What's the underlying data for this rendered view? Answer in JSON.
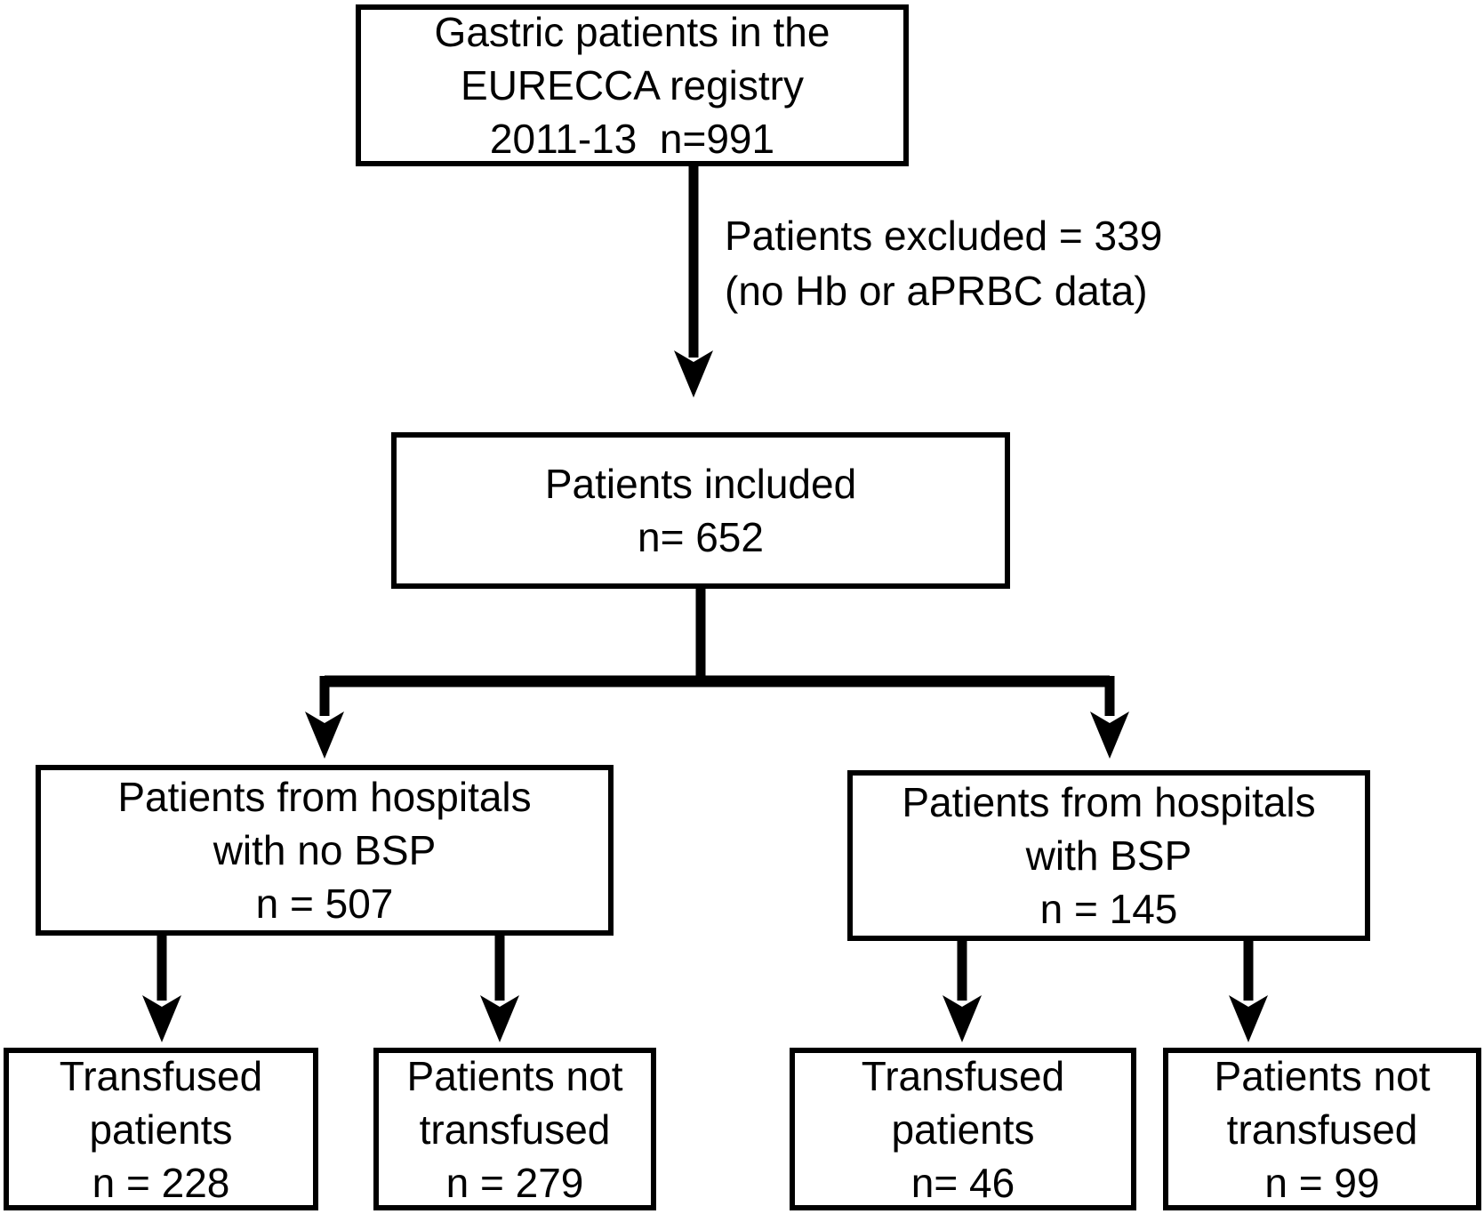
{
  "diagram": {
    "title": "Patient flow diagram",
    "colors": {
      "line": "#000000",
      "text": "#000000",
      "background": "#ffffff"
    },
    "nodes": {
      "registry": {
        "lines": [
          "Gastric patients in the",
          "EURECCA registry",
          "2011-13  n=991"
        ]
      },
      "excluded_note": {
        "lines": [
          "Patients excluded = 339",
          "(no Hb or aPRBC data)"
        ]
      },
      "included": {
        "lines": [
          "Patients included",
          "n= 652"
        ]
      },
      "no_bsp": {
        "lines": [
          "Patients from hospitals",
          "with no BSP",
          "n = 507"
        ]
      },
      "bsp": {
        "lines": [
          "Patients from hospitals",
          "with BSP",
          "n = 145"
        ]
      },
      "no_bsp_transfused": {
        "lines": [
          "Transfused",
          "patients",
          "n = 228"
        ]
      },
      "no_bsp_not_transfused": {
        "lines": [
          "Patients not",
          "transfused",
          "n = 279"
        ]
      },
      "bsp_transfused": {
        "lines": [
          "Transfused",
          "patients",
          "n= 46"
        ]
      },
      "bsp_not_transfused": {
        "lines": [
          "Patients not",
          "transfused",
          "n = 99"
        ]
      }
    }
  }
}
